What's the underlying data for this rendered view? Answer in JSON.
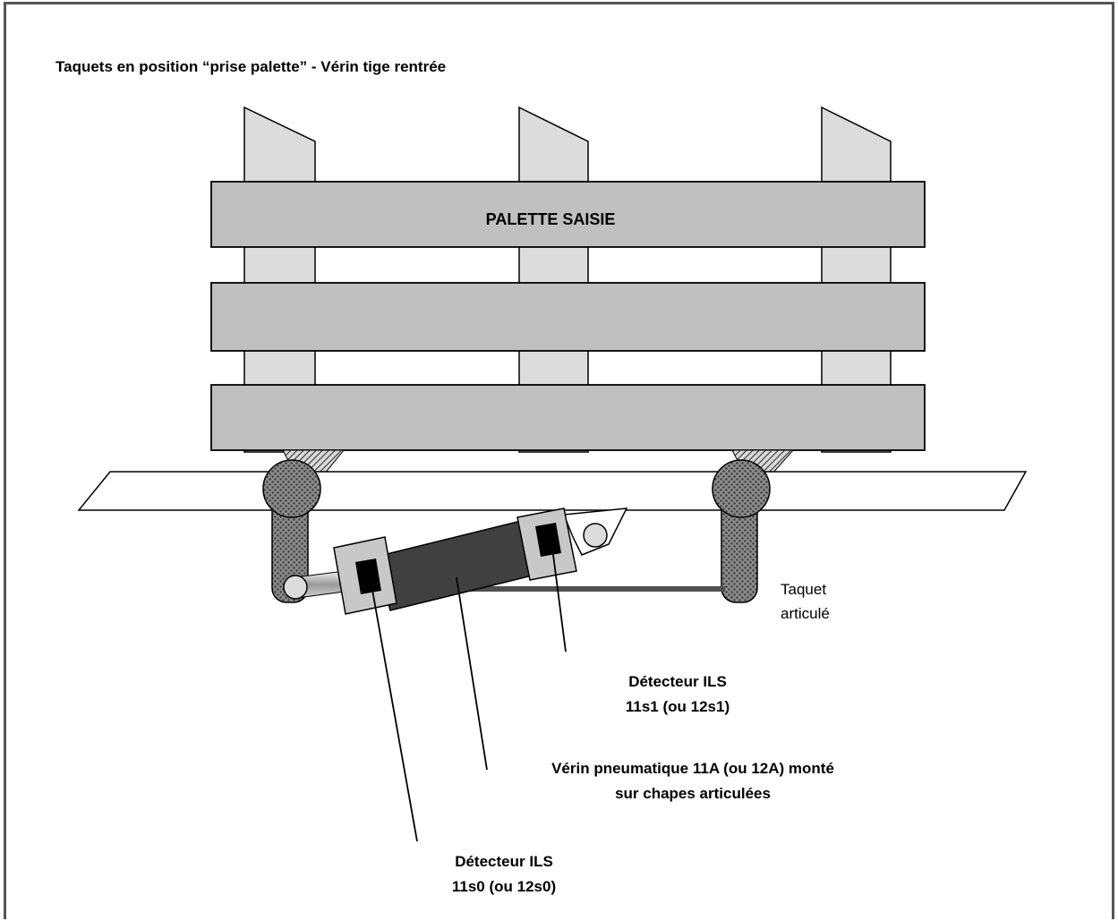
{
  "title": "Taquets en position “prise palette” - Vérin tige rentrée",
  "pallet_label": "PALETTE SAISIE",
  "labels": {
    "taquet_line1": "Taquet",
    "taquet_line2": "articulé",
    "ils1_line1": "Détecteur ILS",
    "ils1_line2": "11s1 (ou 12s1)",
    "verin_line1": "Vérin pneumatique 11A (ou 12A) monté",
    "verin_line2": "sur chapes articulées",
    "ils0_line1": "Détecteur ILS",
    "ils0_line2": "11s0 (ou 12s0)"
  },
  "colors": {
    "frame": "#555555",
    "board": "#c0c0c0",
    "stud": "#dcdcdc",
    "cylinder": "#404040",
    "sensor_body": "#c8c8c8",
    "sensor_core": "#000000",
    "taquet": "#707070"
  }
}
